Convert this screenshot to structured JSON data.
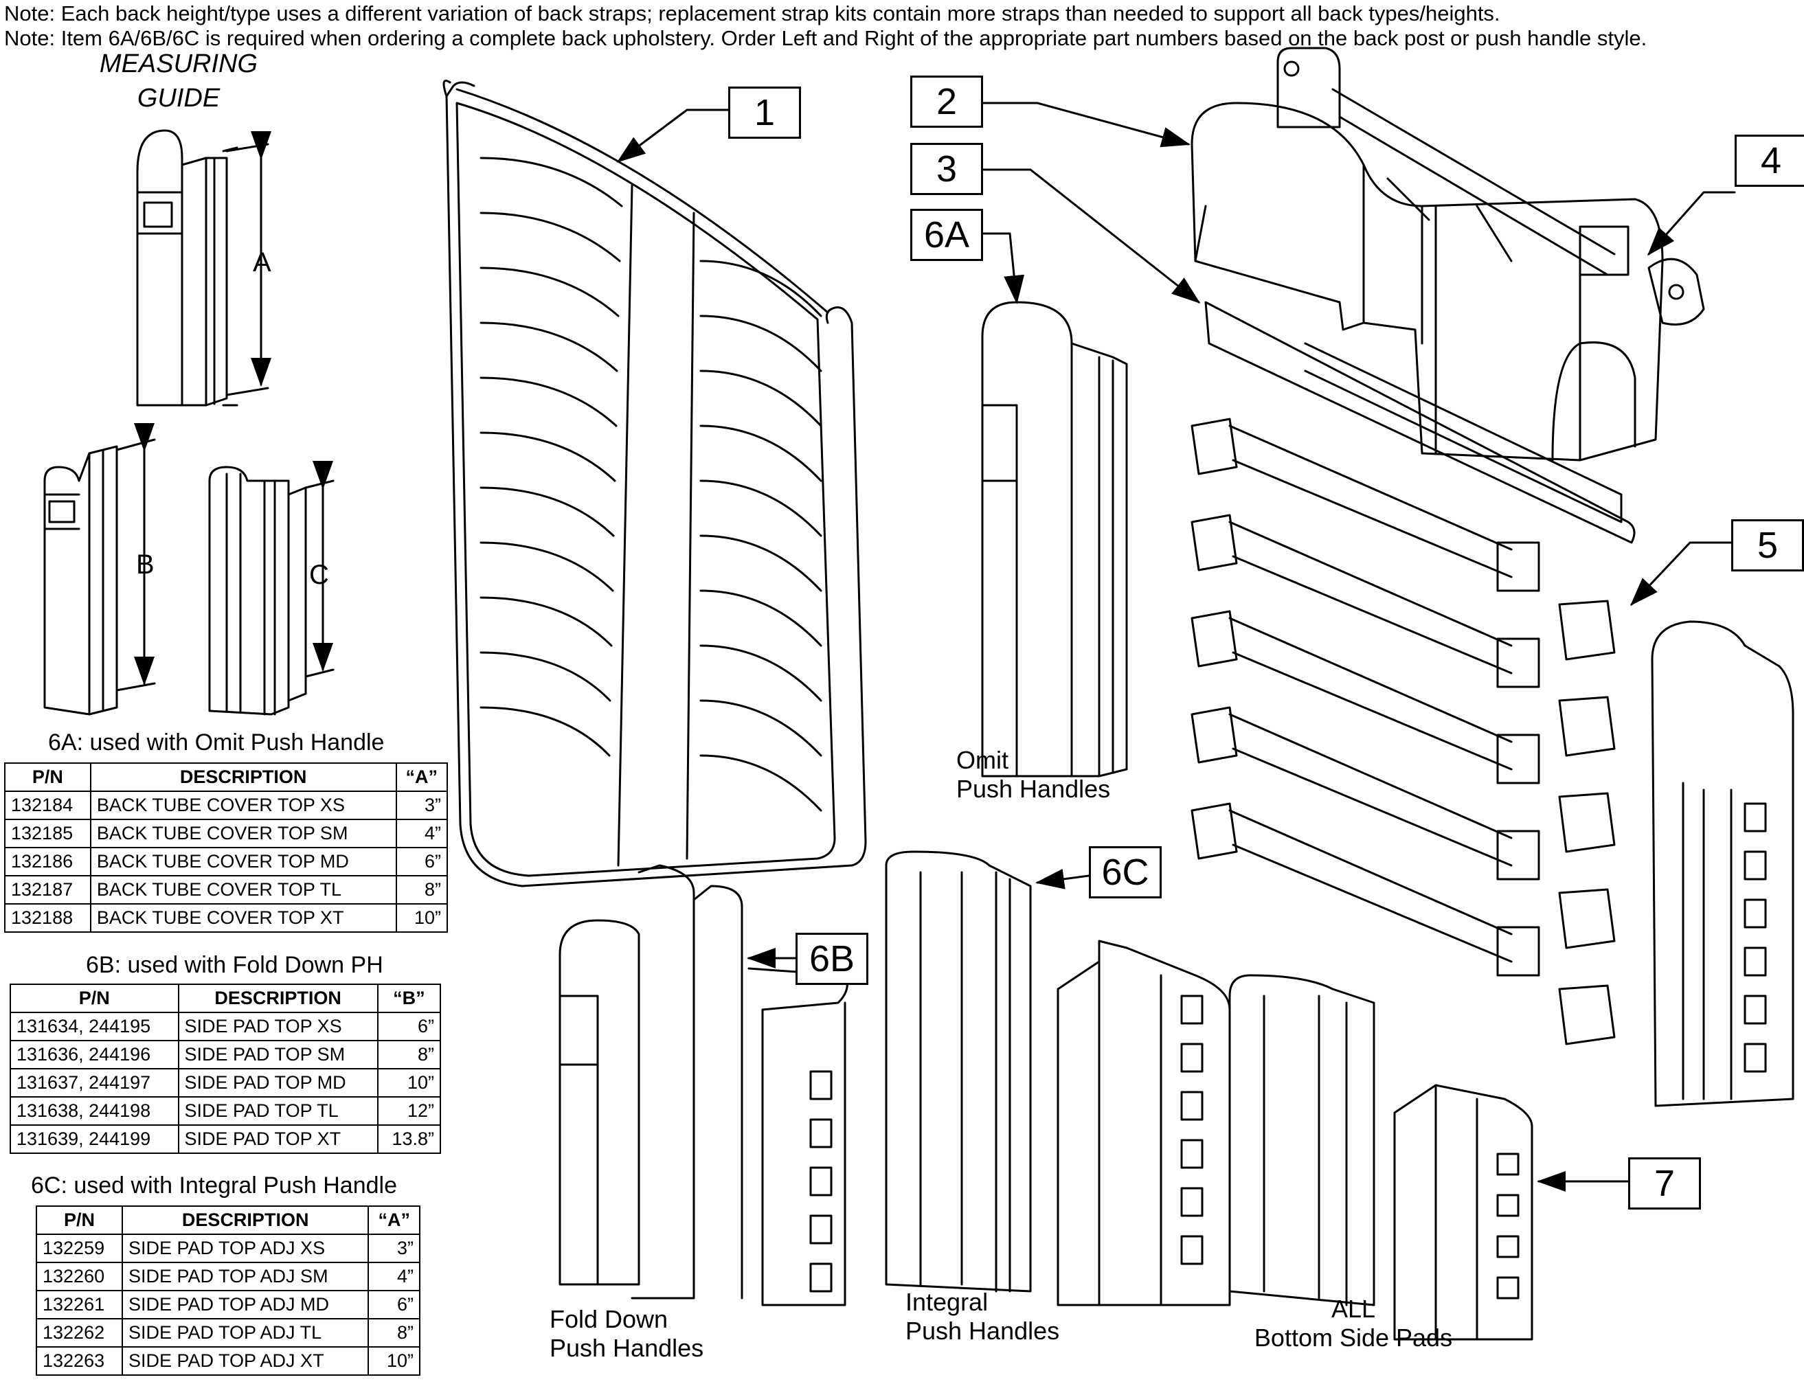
{
  "notes": [
    "Note: Each back height/type uses a different variation of back straps; replacement strap kits contain more straps than needed to support all back types/heights.",
    "Note: Item 6A/6B/6C is required when ordering a complete back upholstery. Order Left and Right of the appropriate part numbers based on the back post or push handle style."
  ],
  "measuring_guide": {
    "line1": "MEASURING",
    "line2": "GUIDE",
    "dims": [
      "A",
      "B",
      "C"
    ]
  },
  "callouts": [
    "1",
    "2",
    "3",
    "6A",
    "4",
    "5",
    "6C",
    "6B",
    "7"
  ],
  "captions": {
    "omit": [
      "Omit",
      "Push Handles"
    ],
    "fold": [
      "Fold Down",
      "Push Handles"
    ],
    "integral": [
      "Integral",
      "Push Handles"
    ],
    "all": [
      "ALL",
      "Bottom Side Pads"
    ]
  },
  "tables": [
    {
      "title": "6A: used with Omit Push Handle",
      "headers": [
        "P/N",
        "DESCRIPTION",
        "“A”"
      ],
      "rows": [
        [
          "132184",
          "BACK TUBE COVER TOP XS",
          "3”"
        ],
        [
          "132185",
          "BACK TUBE COVER TOP SM",
          "4”"
        ],
        [
          "132186",
          "BACK TUBE COVER TOP MD",
          "6”"
        ],
        [
          "132187",
          "BACK TUBE COVER TOP TL",
          "8”"
        ],
        [
          "132188",
          "BACK TUBE COVER TOP XT",
          "10”"
        ]
      ]
    },
    {
      "title": "6B: used with Fold Down PH",
      "headers": [
        "P/N",
        "DESCRIPTION",
        "“B”"
      ],
      "rows": [
        [
          "131634, 244195",
          "SIDE PAD TOP XS",
          "6”"
        ],
        [
          "131636, 244196",
          "SIDE PAD TOP SM",
          "8”"
        ],
        [
          "131637, 244197",
          "SIDE PAD TOP MD",
          "10”"
        ],
        [
          "131638, 244198",
          "SIDE PAD TOP TL",
          "12”"
        ],
        [
          "131639, 244199",
          "SIDE PAD TOP XT",
          "13.8”"
        ]
      ]
    },
    {
      "title": "6C: used with Integral Push Handle",
      "headers": [
        "P/N",
        "DESCRIPTION",
        "“A”"
      ],
      "rows": [
        [
          "132259",
          "SIDE PAD TOP ADJ XS",
          "3”"
        ],
        [
          "132260",
          "SIDE PAD TOP ADJ SM",
          "4”"
        ],
        [
          "132261",
          "SIDE PAD TOP ADJ MD",
          "6”"
        ],
        [
          "132262",
          "SIDE PAD TOP ADJ TL",
          "8”"
        ],
        [
          "132263",
          "SIDE PAD TOP ADJ XT",
          "10”"
        ]
      ]
    }
  ]
}
